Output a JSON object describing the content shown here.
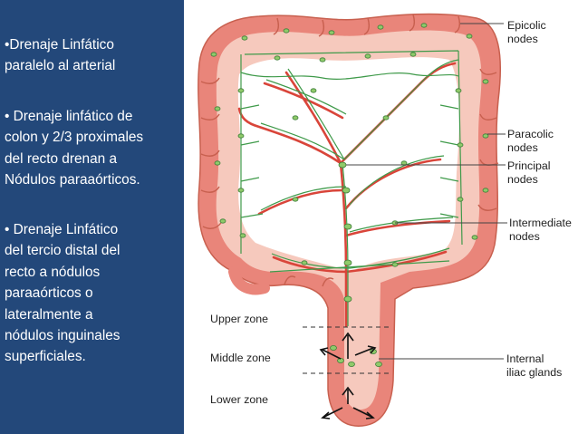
{
  "slide": {
    "bullets": [
      "•Drenaje Linfático\nparalelo al arterial",
      "•  Drenaje linfático de\ncolon y 2/3 proximales\ndel recto drenan a\n Nódulos paraaórticos.",
      "•  Drenaje Linfático\ndel tercio distal del\nrecto a nódulos\nparaaórticos o\nlateralmente a\nnódulos inguinales\nsuperficiales."
    ]
  },
  "diagram": {
    "labels": {
      "epicolic": "Epicolic\nnodes",
      "paracolic": "Paracolic\nnodes",
      "principal": "Principal\nnodes",
      "intermediate": "Intermediate\nnodes",
      "upper_zone": "Upper zone",
      "middle_zone": "Middle zone",
      "lower_zone": "Lower zone",
      "internal_iliac": "Internal\niliac glands"
    },
    "colors": {
      "panel": "#23487a",
      "colon_outer": "#e9857a",
      "colon_inner": "#f6c9bd",
      "artery": "#d9453a",
      "lymph": "#3f9a4a",
      "node": "#8fca6a"
    }
  }
}
